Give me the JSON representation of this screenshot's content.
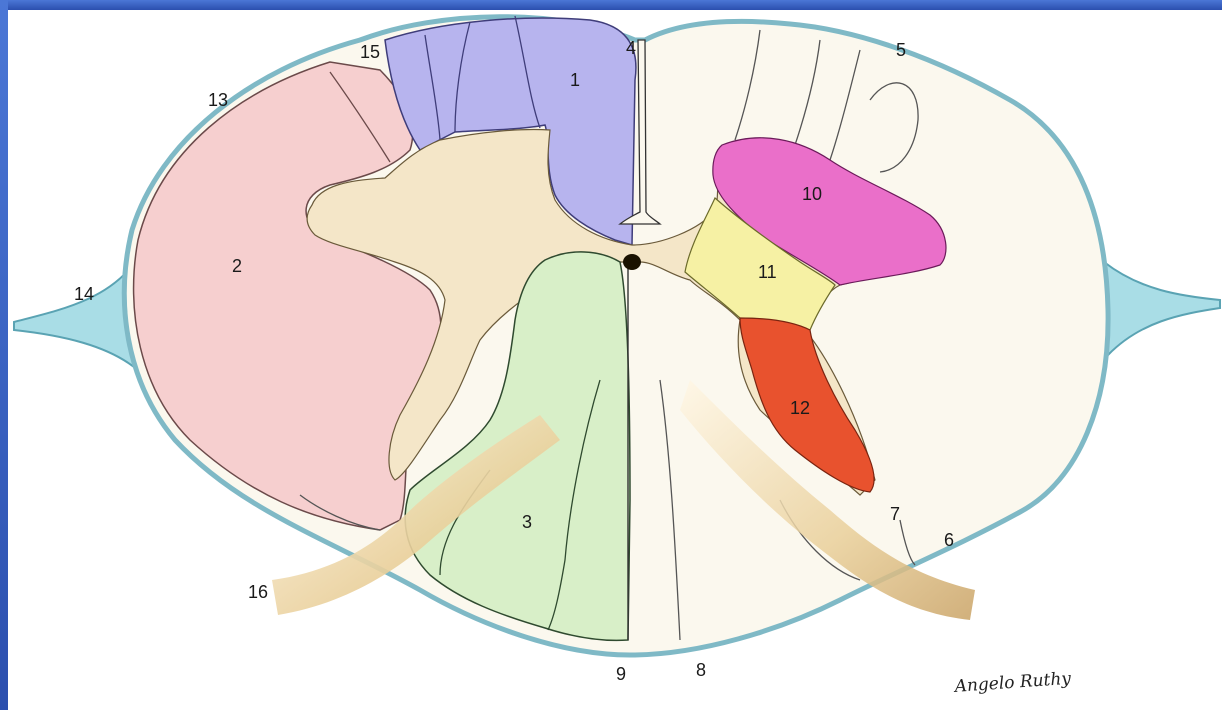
{
  "colors": {
    "background_frame": "#3a64c8",
    "meninges": "#9fd3dc",
    "meninges_edge": "#5aa3b3",
    "white_matter": "#fbf8ee",
    "grey_matter": "#f4e6c8",
    "region_1": "#b7b4ee",
    "region_2": "#f6cfcf",
    "region_3": "#d8efc8",
    "region_10": "#ea6fc9",
    "region_11": "#f6f1a4",
    "region_12": "#e8522e",
    "central_canal": "#1a1200",
    "rootlets": "#d9b57a"
  },
  "labels": {
    "l1": "1",
    "l2": "2",
    "l3": "3",
    "l4": "4",
    "l5": "5",
    "l6": "6",
    "l7": "7",
    "l8": "8",
    "l9": "9",
    "l10": "10",
    "l11": "11",
    "l12": "12",
    "l13": "13",
    "l14": "14",
    "l15": "15",
    "l16": "16"
  },
  "signature": "Angelo Ruthy"
}
